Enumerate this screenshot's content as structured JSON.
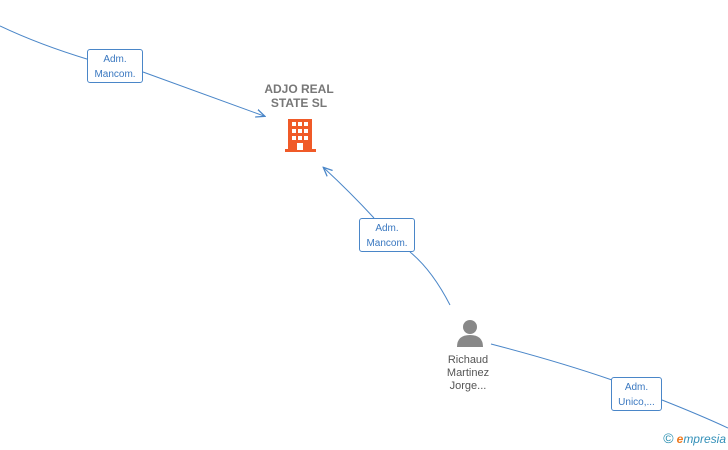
{
  "nodes": {
    "company": {
      "name": "ADJO REAL\nSTATE  SL",
      "icon": "building-icon",
      "color": "#f05a28"
    },
    "person": {
      "name": "Richaud\nMartinez\nJorge...",
      "icon": "person-icon",
      "color": "#888888"
    }
  },
  "edges": [
    {
      "label": "Adm.\nMancom."
    },
    {
      "label": "Adm.\nMancom."
    },
    {
      "label": "Adm.\nUnico,..."
    }
  ],
  "colors": {
    "edge": "#4a86c8"
  },
  "watermark": {
    "copyright": "©",
    "brand_initial": "e",
    "brand_rest": "mpresia"
  }
}
